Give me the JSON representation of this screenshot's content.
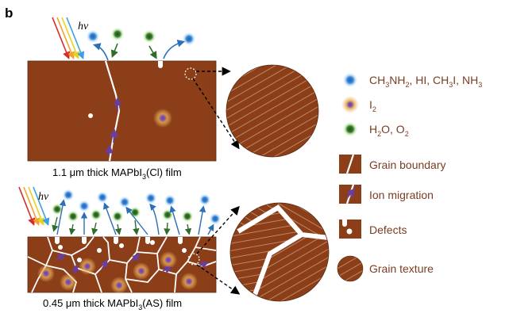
{
  "figure": {
    "panel_letter": "b",
    "light_label": "hv",
    "top_film": {
      "caption_prefix": "1.1 μm thick MAPbI",
      "caption_sub": "3",
      "caption_suffix": "(Cl) film"
    },
    "bottom_film": {
      "caption_prefix": "0.45 μm thick MAPbI",
      "caption_sub": "3",
      "caption_suffix": "(AS) film"
    }
  },
  "legend": {
    "methylamine": {
      "p1": "CH",
      "s1": "3",
      "p2": "NH",
      "s2": "2",
      "p3": ", HI, CH",
      "s3": "3",
      "p4": "I, NH",
      "s4": "3"
    },
    "iodine": {
      "p1": "I",
      "s1": "2"
    },
    "water": {
      "p1": "H",
      "s1": "2",
      "p2": "O, O",
      "s2": "2"
    },
    "grain_boundary": "Grain boundary",
    "ion_migration": "Ion migration",
    "defects": "Defects",
    "grain_texture": "Grain texture"
  },
  "colors": {
    "film": "#8b3e17",
    "legend_text": "#7a3d22",
    "blue_species": "#2a6fb8",
    "green_species": "#2f6b2c",
    "iodine": "#6a3ea1",
    "migration": "#6a3ea1"
  }
}
